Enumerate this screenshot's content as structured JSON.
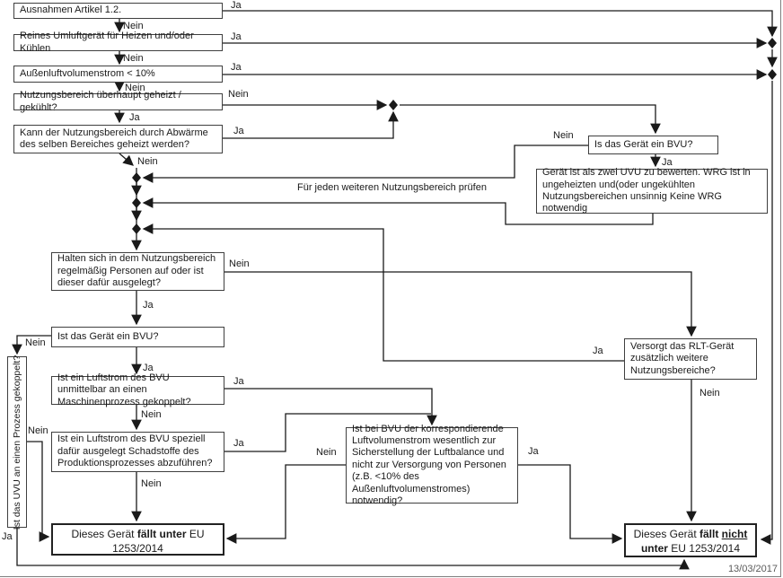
{
  "meta": {
    "date": "13/03/2017"
  },
  "labels": {
    "ja": "Ja",
    "nein": "Nein",
    "loop_note": "Für jeden weiteren Nutzungsbereich prüfen"
  },
  "nodes": {
    "b1": {
      "text": "Ausnahmen Artikel 1.2."
    },
    "b2": {
      "text": "Reines Umluftgerät für Heizen und/oder Kühlen"
    },
    "b3": {
      "text": "Außenluftvolumenstrom < 10%"
    },
    "b4": {
      "text": "Nutzungsbereich überhaupt geheizt / gekühlt?"
    },
    "b5": {
      "text": "Kann der Nutzungsbereich durch Abwärme des selben Bereiches geheizt werden?"
    },
    "b6": {
      "text": "Is das Gerät ein BVU?"
    },
    "b7": {
      "text": "Gerät ist als zwei UVU zu bewerten. WRG ist in ungeheizten und(oder ungekühlten Nutzungsbereichen unsinnig Keine WRG notwendig"
    },
    "b8": {
      "text": "Halten sich in dem Nutzungsbereich regelmäßig Personen auf oder ist dieser dafür ausgelegt?"
    },
    "b9": {
      "text": "Ist das Gerät ein BVU?"
    },
    "b10": {
      "text": "Ist das UVU an einen Prozess gekoppelt?"
    },
    "b11a": {
      "text": "Ist ein Luftstrom des BVU unmittelbar an einen Maschinenprozess gekoppelt?"
    },
    "b11b": {
      "text": "Ist ein Luftstrom des BVU speziell dafür ausgelegt Schadstoffe des Produktionsprozesses abzuführen?"
    },
    "b11c": {
      "text": "Ist bei BVU der korrespondierende Luftvolumenstrom wesentlich zur Sicherstellung der Luftbalance und nicht zur Versorgung von Personen (z.B. <10% des Außenluftvolumenstromes) notwendig?"
    },
    "b13": {
      "text": "Versorgt das RLT-Gerät zusätzlich weitere Nutzungsbereiche?"
    },
    "result_in": {
      "prefix": "Dieses Gerät ",
      "bold": "fällt unter",
      "suffix": " EU 1253/2014"
    },
    "result_out": {
      "prefix": "Dieses Gerät ",
      "bold1": "fällt ",
      "underline": "nicht",
      "bold2": " unter",
      "suffix": " EU 1253/2014"
    }
  },
  "colors": {
    "line": "#1a1a1a",
    "box_border": "#3f3f3f",
    "page_border": "#7f7f7f"
  }
}
